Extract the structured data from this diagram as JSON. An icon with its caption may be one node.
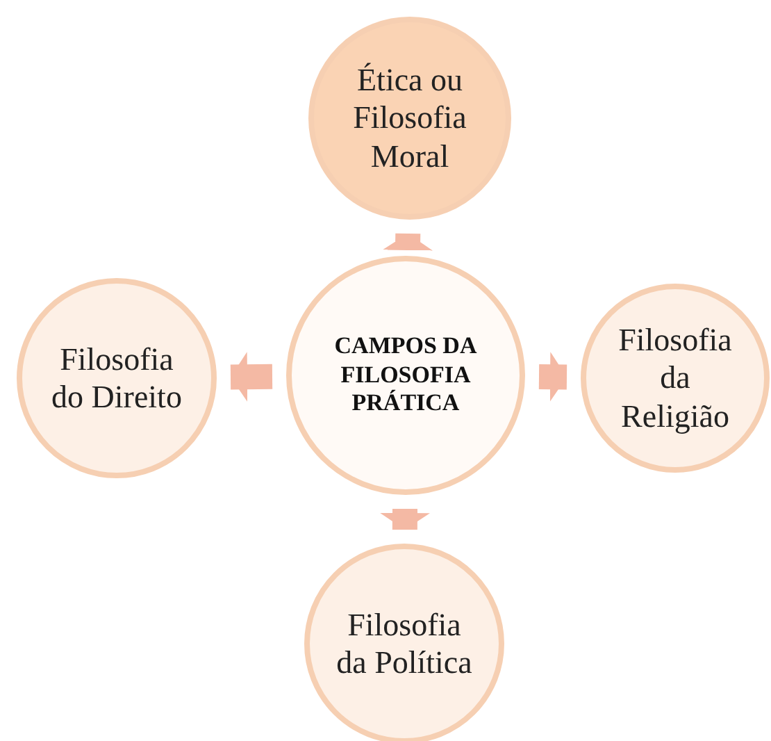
{
  "diagram": {
    "nodes": [
      {
        "text": [
          "Ética ou Filosofia Moral"
        ]
      },
      {
        "text": [
          "Filosofia do Direito"
        ]
      },
      {
        "text": [
          "CAMPOS DA FILOSOFIA PRÁTICA"
        ]
      },
      {
        "text": [
          "Filosofia da Religião"
        ]
      },
      {
        "text": [
          "Filosofia da Política"
        ]
      }
    ],
    "edges": [
      {
        "from": 2,
        "to": 0,
        "arrow": "to"
      },
      {
        "from": 2,
        "to": 1,
        "arrow": "to"
      },
      {
        "from": 2,
        "to": 3,
        "arrow": "to"
      },
      {
        "from": 2,
        "to": 4,
        "arrow": "to"
      }
    ]
  }
}
